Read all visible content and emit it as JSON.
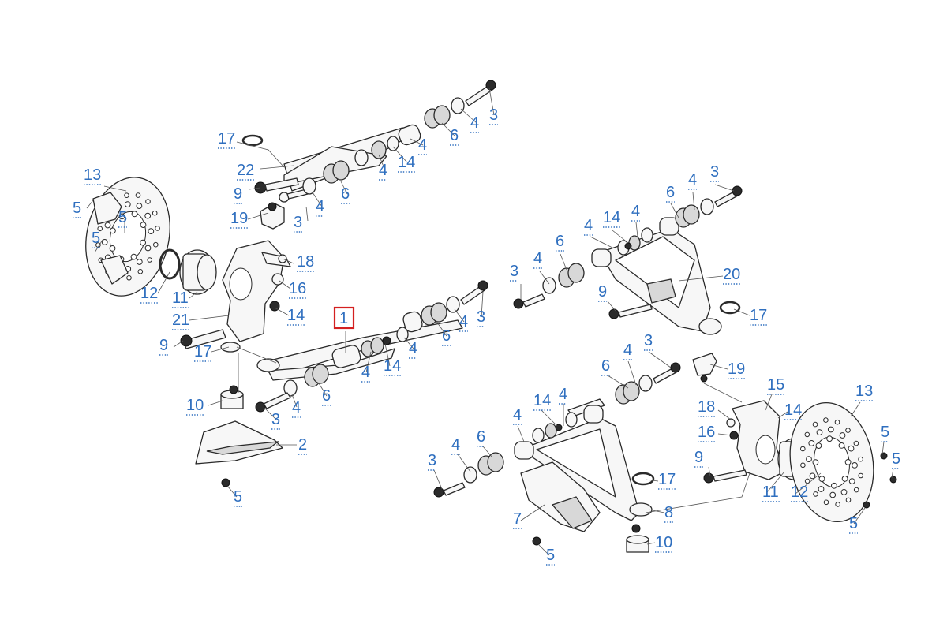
{
  "highlight": {
    "color": "#d42020",
    "part": "1"
  },
  "callouts": [
    {
      "id": "c-17-top",
      "label": "17"
    },
    {
      "id": "c-22",
      "label": "22"
    },
    {
      "id": "c-9-top",
      "label": "9"
    },
    {
      "id": "c-19-left",
      "label": "19"
    },
    {
      "id": "c-3-top-a",
      "label": "3"
    },
    {
      "id": "c-4-top-a",
      "label": "4"
    },
    {
      "id": "c-6-top-a",
      "label": "6"
    },
    {
      "id": "c-4-top-b",
      "label": "4"
    },
    {
      "id": "c-14-top",
      "label": "14"
    },
    {
      "id": "c-4-top-c",
      "label": "4"
    },
    {
      "id": "c-6-top-b",
      "label": "6"
    },
    {
      "id": "c-4-top-d",
      "label": "4"
    },
    {
      "id": "c-3-top-b",
      "label": "3"
    },
    {
      "id": "c-13-left",
      "label": "13"
    },
    {
      "id": "c-5-left-a",
      "label": "5"
    },
    {
      "id": "c-5-left-b",
      "label": "5"
    },
    {
      "id": "c-5-left-c",
      "label": "5"
    },
    {
      "id": "c-12-left",
      "label": "12"
    },
    {
      "id": "c-11-left",
      "label": "11"
    },
    {
      "id": "c-21",
      "label": "21"
    },
    {
      "id": "c-9-left",
      "label": "9"
    },
    {
      "id": "c-17-left",
      "label": "17"
    },
    {
      "id": "c-18-left",
      "label": "18"
    },
    {
      "id": "c-16-left",
      "label": "16"
    },
    {
      "id": "c-14-left",
      "label": "14"
    },
    {
      "id": "c-1",
      "label": "1"
    },
    {
      "id": "c-4-mid-a",
      "label": "4"
    },
    {
      "id": "c-3-mid",
      "label": "3"
    },
    {
      "id": "c-6-mid-a",
      "label": "6"
    },
    {
      "id": "c-4-mid-b",
      "label": "4"
    },
    {
      "id": "c-4-mid-c",
      "label": "4"
    },
    {
      "id": "c-14-mid",
      "label": "14"
    },
    {
      "id": "c-6-mid-b",
      "label": "6"
    },
    {
      "id": "c-4-mid-d",
      "label": "4"
    },
    {
      "id": "c-3-mid-b",
      "label": "3"
    },
    {
      "id": "c-10-left",
      "label": "10"
    },
    {
      "id": "c-2",
      "label": "2"
    },
    {
      "id": "c-5-left-d",
      "label": "5"
    },
    {
      "id": "c-3-ru-a",
      "label": "3"
    },
    {
      "id": "c-4-ru-a",
      "label": "4"
    },
    {
      "id": "c-6-ru-a",
      "label": "6"
    },
    {
      "id": "c-4-ru-b",
      "label": "4"
    },
    {
      "id": "c-14-ru",
      "label": "14"
    },
    {
      "id": "c-4-ru-c",
      "label": "4"
    },
    {
      "id": "c-6-ru-b",
      "label": "6"
    },
    {
      "id": "c-4-ru-d",
      "label": "4"
    },
    {
      "id": "c-3-ru-b",
      "label": "3"
    },
    {
      "id": "c-20",
      "label": "20"
    },
    {
      "id": "c-9-ru",
      "label": "9"
    },
    {
      "id": "c-17-ru",
      "label": "17"
    },
    {
      "id": "c-19-right",
      "label": "19"
    },
    {
      "id": "c-6-rl-a",
      "label": "6"
    },
    {
      "id": "c-4-rl-a",
      "label": "4"
    },
    {
      "id": "c-3-rl-a",
      "label": "3"
    },
    {
      "id": "c-14-rl",
      "label": "14"
    },
    {
      "id": "c-4-rl-b",
      "label": "4"
    },
    {
      "id": "c-4-rl-c",
      "label": "4"
    },
    {
      "id": "c-6-rl-b",
      "label": "6"
    },
    {
      "id": "c-4-rl-d",
      "label": "4"
    },
    {
      "id": "c-3-rl-b",
      "label": "3"
    },
    {
      "id": "c-17-rl",
      "label": "17"
    },
    {
      "id": "c-8",
      "label": "8"
    },
    {
      "id": "c-7",
      "label": "7"
    },
    {
      "id": "c-10-right",
      "label": "10"
    },
    {
      "id": "c-5-rl",
      "label": "5"
    },
    {
      "id": "c-15",
      "label": "15"
    },
    {
      "id": "c-18-right",
      "label": "18"
    },
    {
      "id": "c-14-right",
      "label": "14"
    },
    {
      "id": "c-16-right",
      "label": "16"
    },
    {
      "id": "c-9-right",
      "label": "9"
    },
    {
      "id": "c-11-right",
      "label": "11"
    },
    {
      "id": "c-12-right",
      "label": "12"
    },
    {
      "id": "c-13-right",
      "label": "13"
    },
    {
      "id": "c-5-right-a",
      "label": "5"
    },
    {
      "id": "c-5-right-b",
      "label": "5"
    },
    {
      "id": "c-5-right-c",
      "label": "5"
    }
  ]
}
